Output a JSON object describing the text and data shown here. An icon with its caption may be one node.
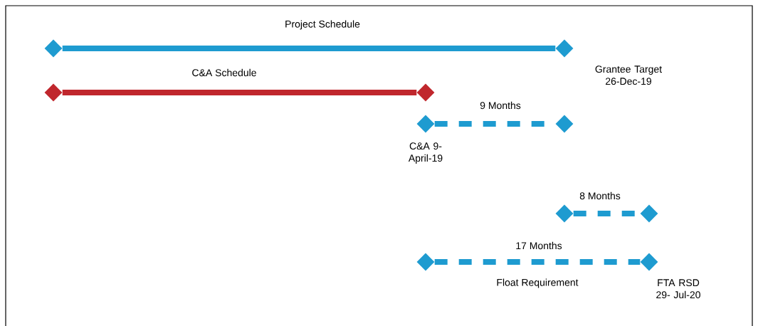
{
  "diagram": {
    "nodes": [
      {
        "text": [],
        "shape": "diamond"
      },
      {
        "text": [],
        "shape": "diamond",
        "beside": [
          "Grantee Target 26-Dec-19"
        ]
      },
      {
        "text": [],
        "shape": "diamond"
      },
      {
        "text": [],
        "shape": "diamond"
      },
      {
        "text": [],
        "shape": "diamond",
        "beside": [
          "C&A 9-April-19"
        ]
      },
      {
        "text": [],
        "shape": "diamond"
      },
      {
        "text": [],
        "shape": "diamond"
      },
      {
        "text": [],
        "shape": "diamond"
      },
      {
        "text": [],
        "shape": "diamond"
      },
      {
        "text": [],
        "shape": "diamond",
        "beside": [
          "FTA RSD 29- Jul-20"
        ]
      }
    ],
    "edges": [
      {
        "from": 0,
        "to": 1,
        "arrow": "none",
        "label": "Project Schedule"
      },
      {
        "from": 2,
        "to": 3,
        "arrow": "none",
        "label": "C&A Schedule",
        "color": "#c0272d"
      },
      {
        "from": 4,
        "to": 5,
        "arrow": "none",
        "label": "9 Months",
        "style": "dashed"
      },
      {
        "from": 6,
        "to": 7,
        "arrow": "none",
        "label": "8 Months",
        "style": "dashed"
      },
      {
        "from": 8,
        "to": 9,
        "arrow": "none",
        "label": "17 Months",
        "style": "dashed"
      }
    ],
    "labels": [
      "Float Requirement"
    ]
  }
}
